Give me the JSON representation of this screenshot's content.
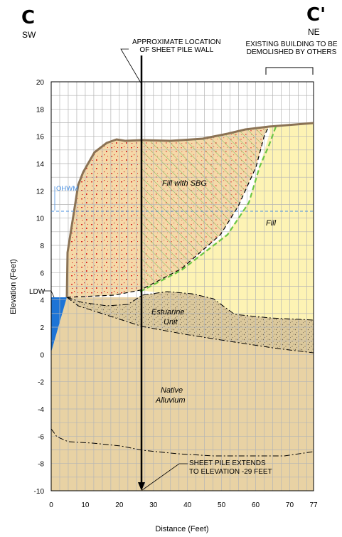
{
  "section": {
    "left_label": "C",
    "left_direction": "SW",
    "right_label": "C'",
    "right_direction": "NE"
  },
  "annotations": {
    "sheet_pile_location": [
      "APPROXIMATE LOCATION",
      "OF SHEET PILE WALL"
    ],
    "existing_building": [
      "EXISTING BUILDING TO BE",
      "DEMOLISHED BY OTHERS"
    ],
    "sheet_pile_extends": [
      "SHEET PILE EXTENDS",
      "TO ELEVATION -29 FEET"
    ],
    "ldw": "LDW",
    "ohwm": "OHWM"
  },
  "units": {
    "fill_with_sbg": "Fill with SBG",
    "fill": "Fill",
    "estuarine": [
      "Estuarine",
      "Unit"
    ],
    "alluvium": [
      "Native",
      "Alluvium"
    ]
  },
  "axes": {
    "xlabel": "Distance (Feet)",
    "ylabel": "Elevation (Feet)",
    "x_ticks": [
      "0",
      "10",
      "20",
      "30",
      "40",
      "50",
      "60",
      "70",
      "77"
    ],
    "y_ticks": [
      "20",
      "18",
      "16",
      "14",
      "12",
      "10",
      "8",
      "6",
      "4",
      "2",
      "0",
      "-2",
      "-4",
      "-6",
      "-8",
      "-10"
    ]
  },
  "colors": {
    "fill_sbg": "#f5d9a8",
    "fill": "#fdf3b4",
    "estuarine": "#dcc99c",
    "alluvium": "#e8d2a4",
    "water": "#1d74d6",
    "ground_surface": "#8b7355",
    "sbg_boundary": "#6cc644",
    "ohwm_line": "#4a90e2"
  }
}
